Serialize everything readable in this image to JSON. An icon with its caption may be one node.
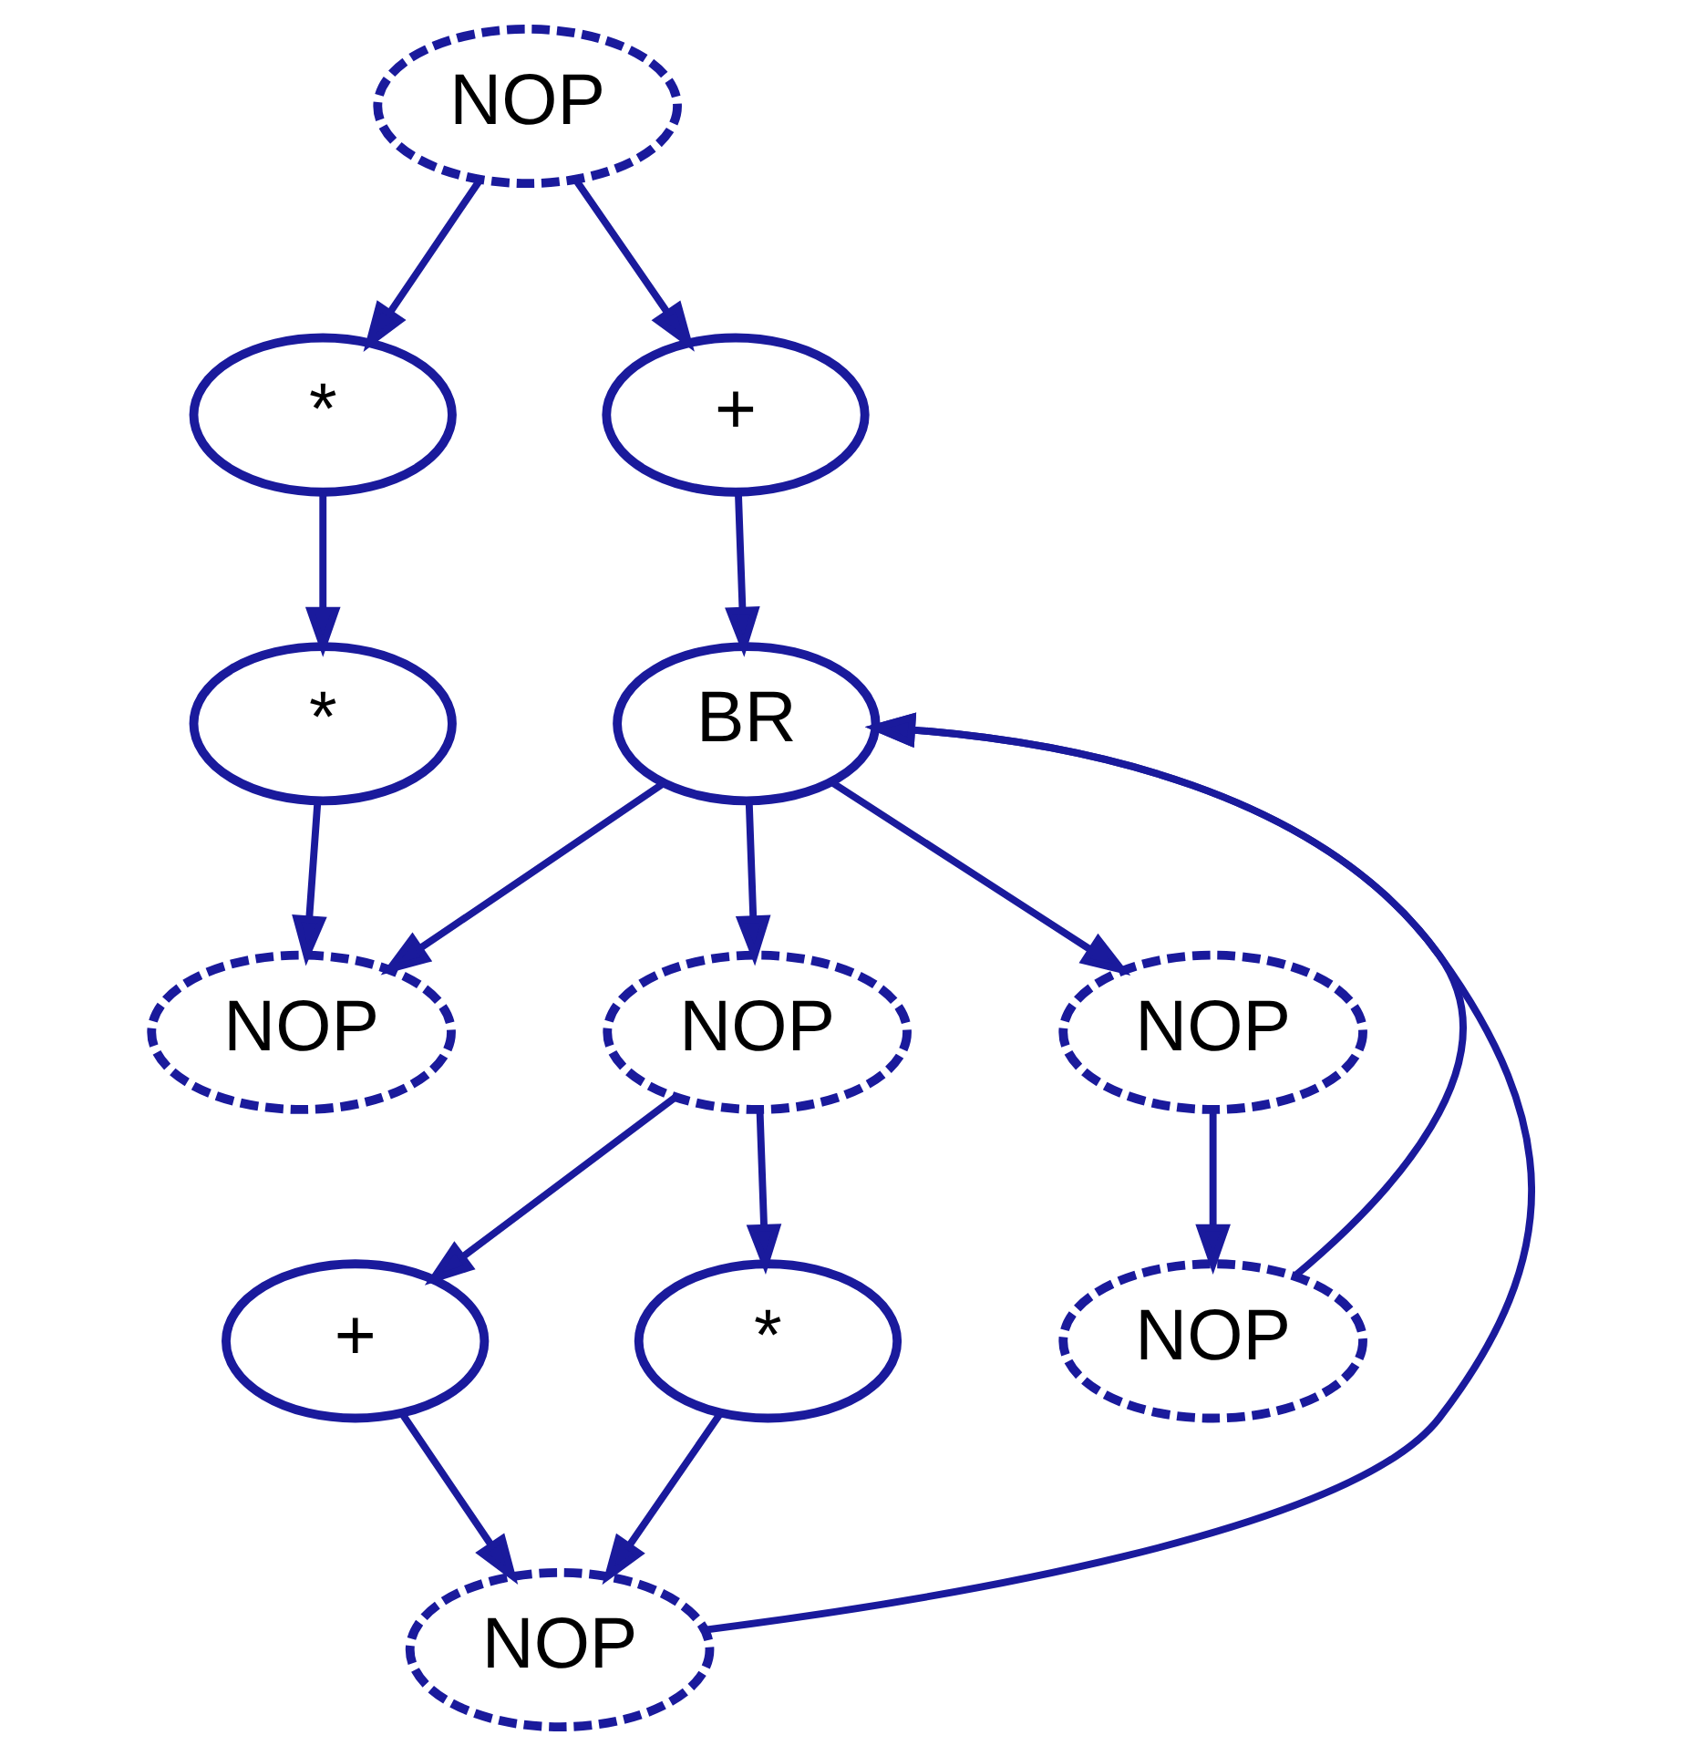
{
  "diagram": {
    "nodes": [
      {
        "text": [
          "NOP"
        ]
      },
      {
        "text": [
          "*"
        ]
      },
      {
        "text": [
          "+"
        ]
      },
      {
        "text": [
          "*"
        ]
      },
      {
        "text": [
          "BR"
        ]
      },
      {
        "text": [
          "NOP"
        ]
      },
      {
        "text": [
          "NOP"
        ]
      },
      {
        "text": [
          "NOP"
        ]
      },
      {
        "text": [
          "+"
        ]
      },
      {
        "text": [
          "*"
        ]
      },
      {
        "text": [
          "NOP"
        ]
      },
      {
        "text": [
          "NOP"
        ]
      }
    ],
    "edges": [
      {
        "from": 0,
        "to": 1,
        "arrow": "to"
      },
      {
        "from": 0,
        "to": 2,
        "arrow": "to"
      },
      {
        "from": 1,
        "to": 3,
        "arrow": "to"
      },
      {
        "from": 2,
        "to": 4,
        "arrow": "to"
      },
      {
        "from": 3,
        "to": 7,
        "arrow": "to"
      },
      {
        "from": 4,
        "to": 7,
        "arrow": "to"
      },
      {
        "from": 4,
        "to": 5,
        "arrow": "to"
      },
      {
        "from": 4,
        "to": 6,
        "arrow": "to"
      },
      {
        "from": 5,
        "to": 8,
        "arrow": "to"
      },
      {
        "from": 5,
        "to": 9,
        "arrow": "to"
      },
      {
        "from": 8,
        "to": 10,
        "arrow": "to"
      },
      {
        "from": 9,
        "to": 10,
        "arrow": "to"
      },
      {
        "from": 10,
        "to": 4,
        "arrow": "to"
      },
      {
        "from": 11,
        "to": 4,
        "arrow": "to"
      },
      {
        "from": 6,
        "to": 11,
        "arrow": "to"
      }
    ]
  }
}
